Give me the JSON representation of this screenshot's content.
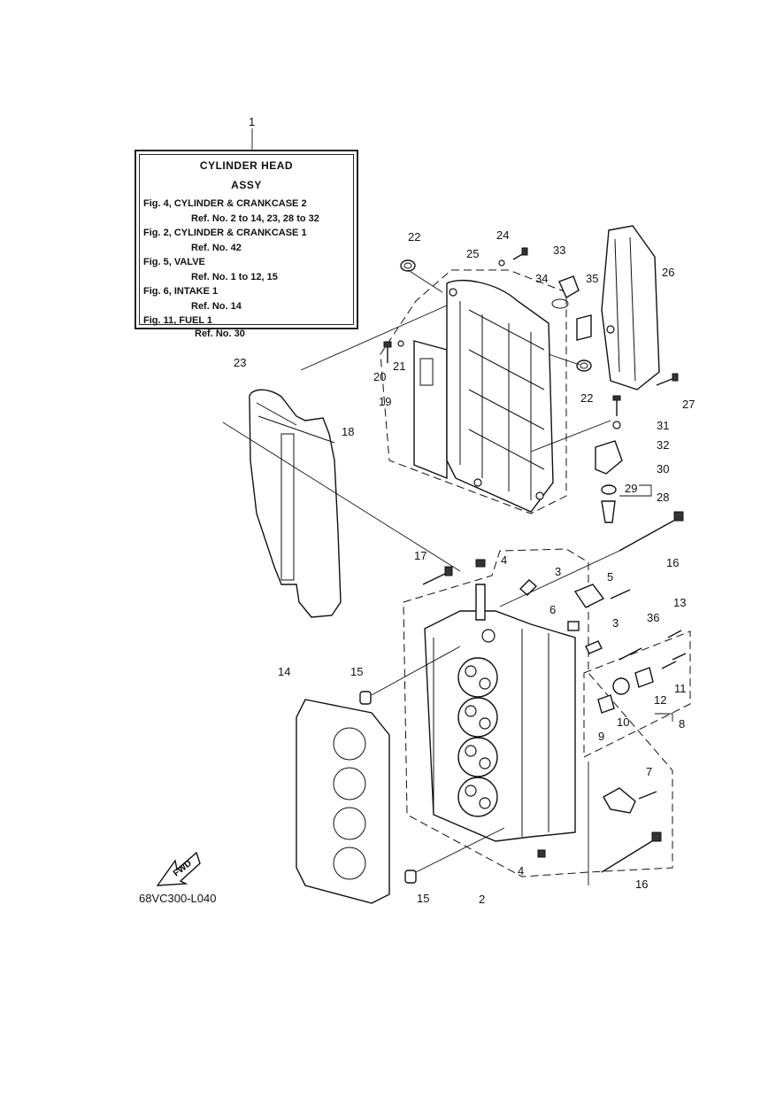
{
  "legend": {
    "title_line1": "CYLINDER HEAD",
    "title_line2": "ASSY",
    "lines": [
      "Fig. 4, CYLINDER & CRANKCASE 2",
      "Ref. No. 2 to 14, 23, 28 to 32",
      "Fig. 2, CYLINDER & CRANKCASE 1",
      "Ref. No. 42",
      "Fig. 5, VALVE",
      "Ref. No. 1 to 12, 15",
      "Fig. 6, INTAKE 1",
      "Ref. No. 14",
      "Fig. 11, FUEL 1",
      "Ref. No. 30"
    ]
  },
  "callouts": {
    "c1": "1",
    "c2": "2",
    "c3a": "3",
    "c3b": "3",
    "c4a": "4",
    "c4b": "4",
    "c5": "5",
    "c6": "6",
    "c7": "7",
    "c8": "8",
    "c9": "9",
    "c10": "10",
    "c11": "11",
    "c12": "12",
    "c13": "13",
    "c14": "14",
    "c15a": "15",
    "c15b": "15",
    "c16a": "16",
    "c16b": "16",
    "c17": "17",
    "c18": "18",
    "c19": "19",
    "c20": "20",
    "c21": "21",
    "c22a": "22",
    "c22b": "22",
    "c23": "23",
    "c24": "24",
    "c25": "25",
    "c26": "26",
    "c27": "27",
    "c28": "28",
    "c29": "29",
    "c30": "30",
    "c31": "31",
    "c32": "32",
    "c33": "33",
    "c34": "34",
    "c35": "35",
    "c36": "36"
  },
  "fwd_label": "FWD",
  "drawing_code": "68VC300-L040"
}
